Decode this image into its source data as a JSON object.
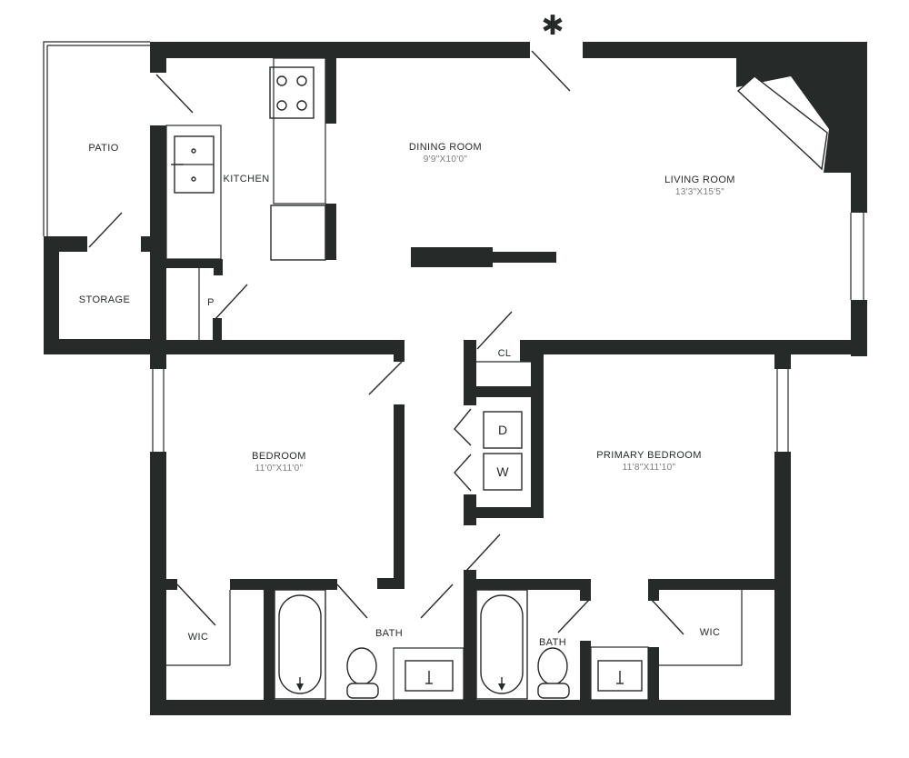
{
  "entry_marker": "✱",
  "rooms": {
    "patio": {
      "name": "PATIO"
    },
    "kitchen": {
      "name": "KITCHEN"
    },
    "dining_room": {
      "name": "DINING ROOM",
      "dimensions": "9'9\"X10'0\""
    },
    "living_room": {
      "name": "LIVING ROOM",
      "dimensions": "13'3\"X15'5\""
    },
    "storage": {
      "name": "STORAGE"
    },
    "pantry": {
      "name": "P"
    },
    "closet": {
      "name": "CL"
    },
    "bedroom": {
      "name": "BEDROOM",
      "dimensions": "11'0\"X11'0\""
    },
    "primary_bedroom": {
      "name": "PRIMARY BEDROOM",
      "dimensions": "11'8\"X11'10\""
    },
    "wic_left": {
      "name": "WIC"
    },
    "wic_right": {
      "name": "WIC"
    },
    "bath_1": {
      "name": "BATH"
    },
    "bath_2": {
      "name": "BATH"
    }
  },
  "appliances": {
    "dryer": "D",
    "washer": "W"
  },
  "colors": {
    "wall": "#262b29",
    "dimension_text": "#7a7d7c",
    "background": "#ffffff"
  }
}
